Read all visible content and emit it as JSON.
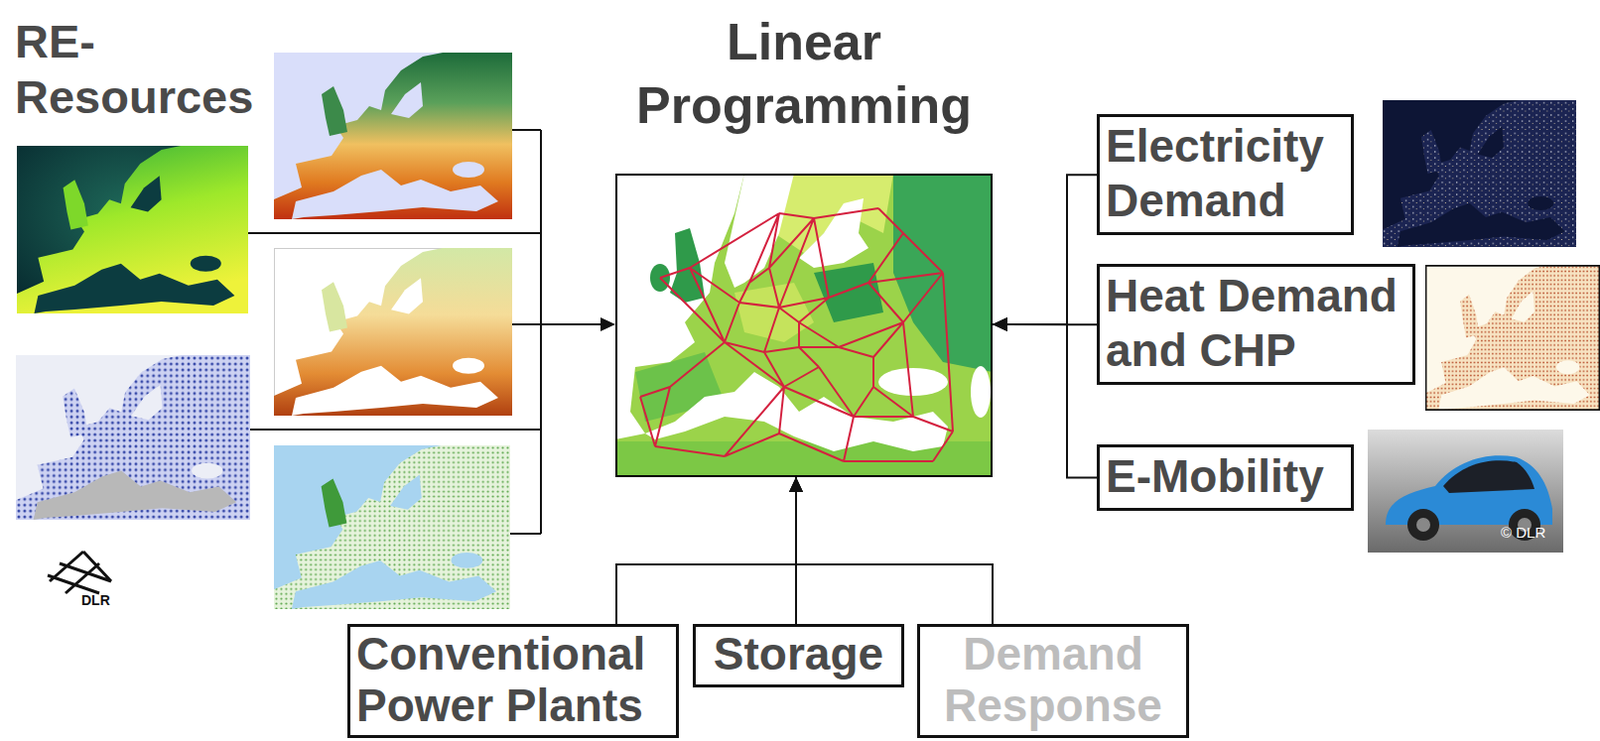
{
  "diagram": {
    "nodes": [
      {
        "text": [
          "Linear Programming"
        ]
      },
      {
        "text": [
          "Electricity Demand"
        ]
      },
      {
        "text": [
          "Heat Demand and CHP"
        ]
      },
      {
        "text": [
          "E-Mobility"
        ]
      },
      {
        "text": [
          "Conventional Power Plants"
        ]
      },
      {
        "text": [
          "Storage"
        ]
      },
      {
        "text": [
          "Demand Response"
        ]
      }
    ],
    "edges": [
      {
        "from": 1,
        "to": 0,
        "arrow": "to"
      },
      {
        "from": 2,
        "to": 0,
        "arrow": "to"
      },
      {
        "from": 3,
        "to": 0,
        "arrow": "to"
      },
      {
        "from": 4,
        "to": 0,
        "arrow": "to"
      },
      {
        "from": 5,
        "to": 0,
        "arrow": "to"
      },
      {
        "from": 6,
        "to": 0,
        "arrow": "to"
      }
    ],
    "labels": [
      "RE-Resources",
      "DLR",
      "© DLR"
    ]
  }
}
